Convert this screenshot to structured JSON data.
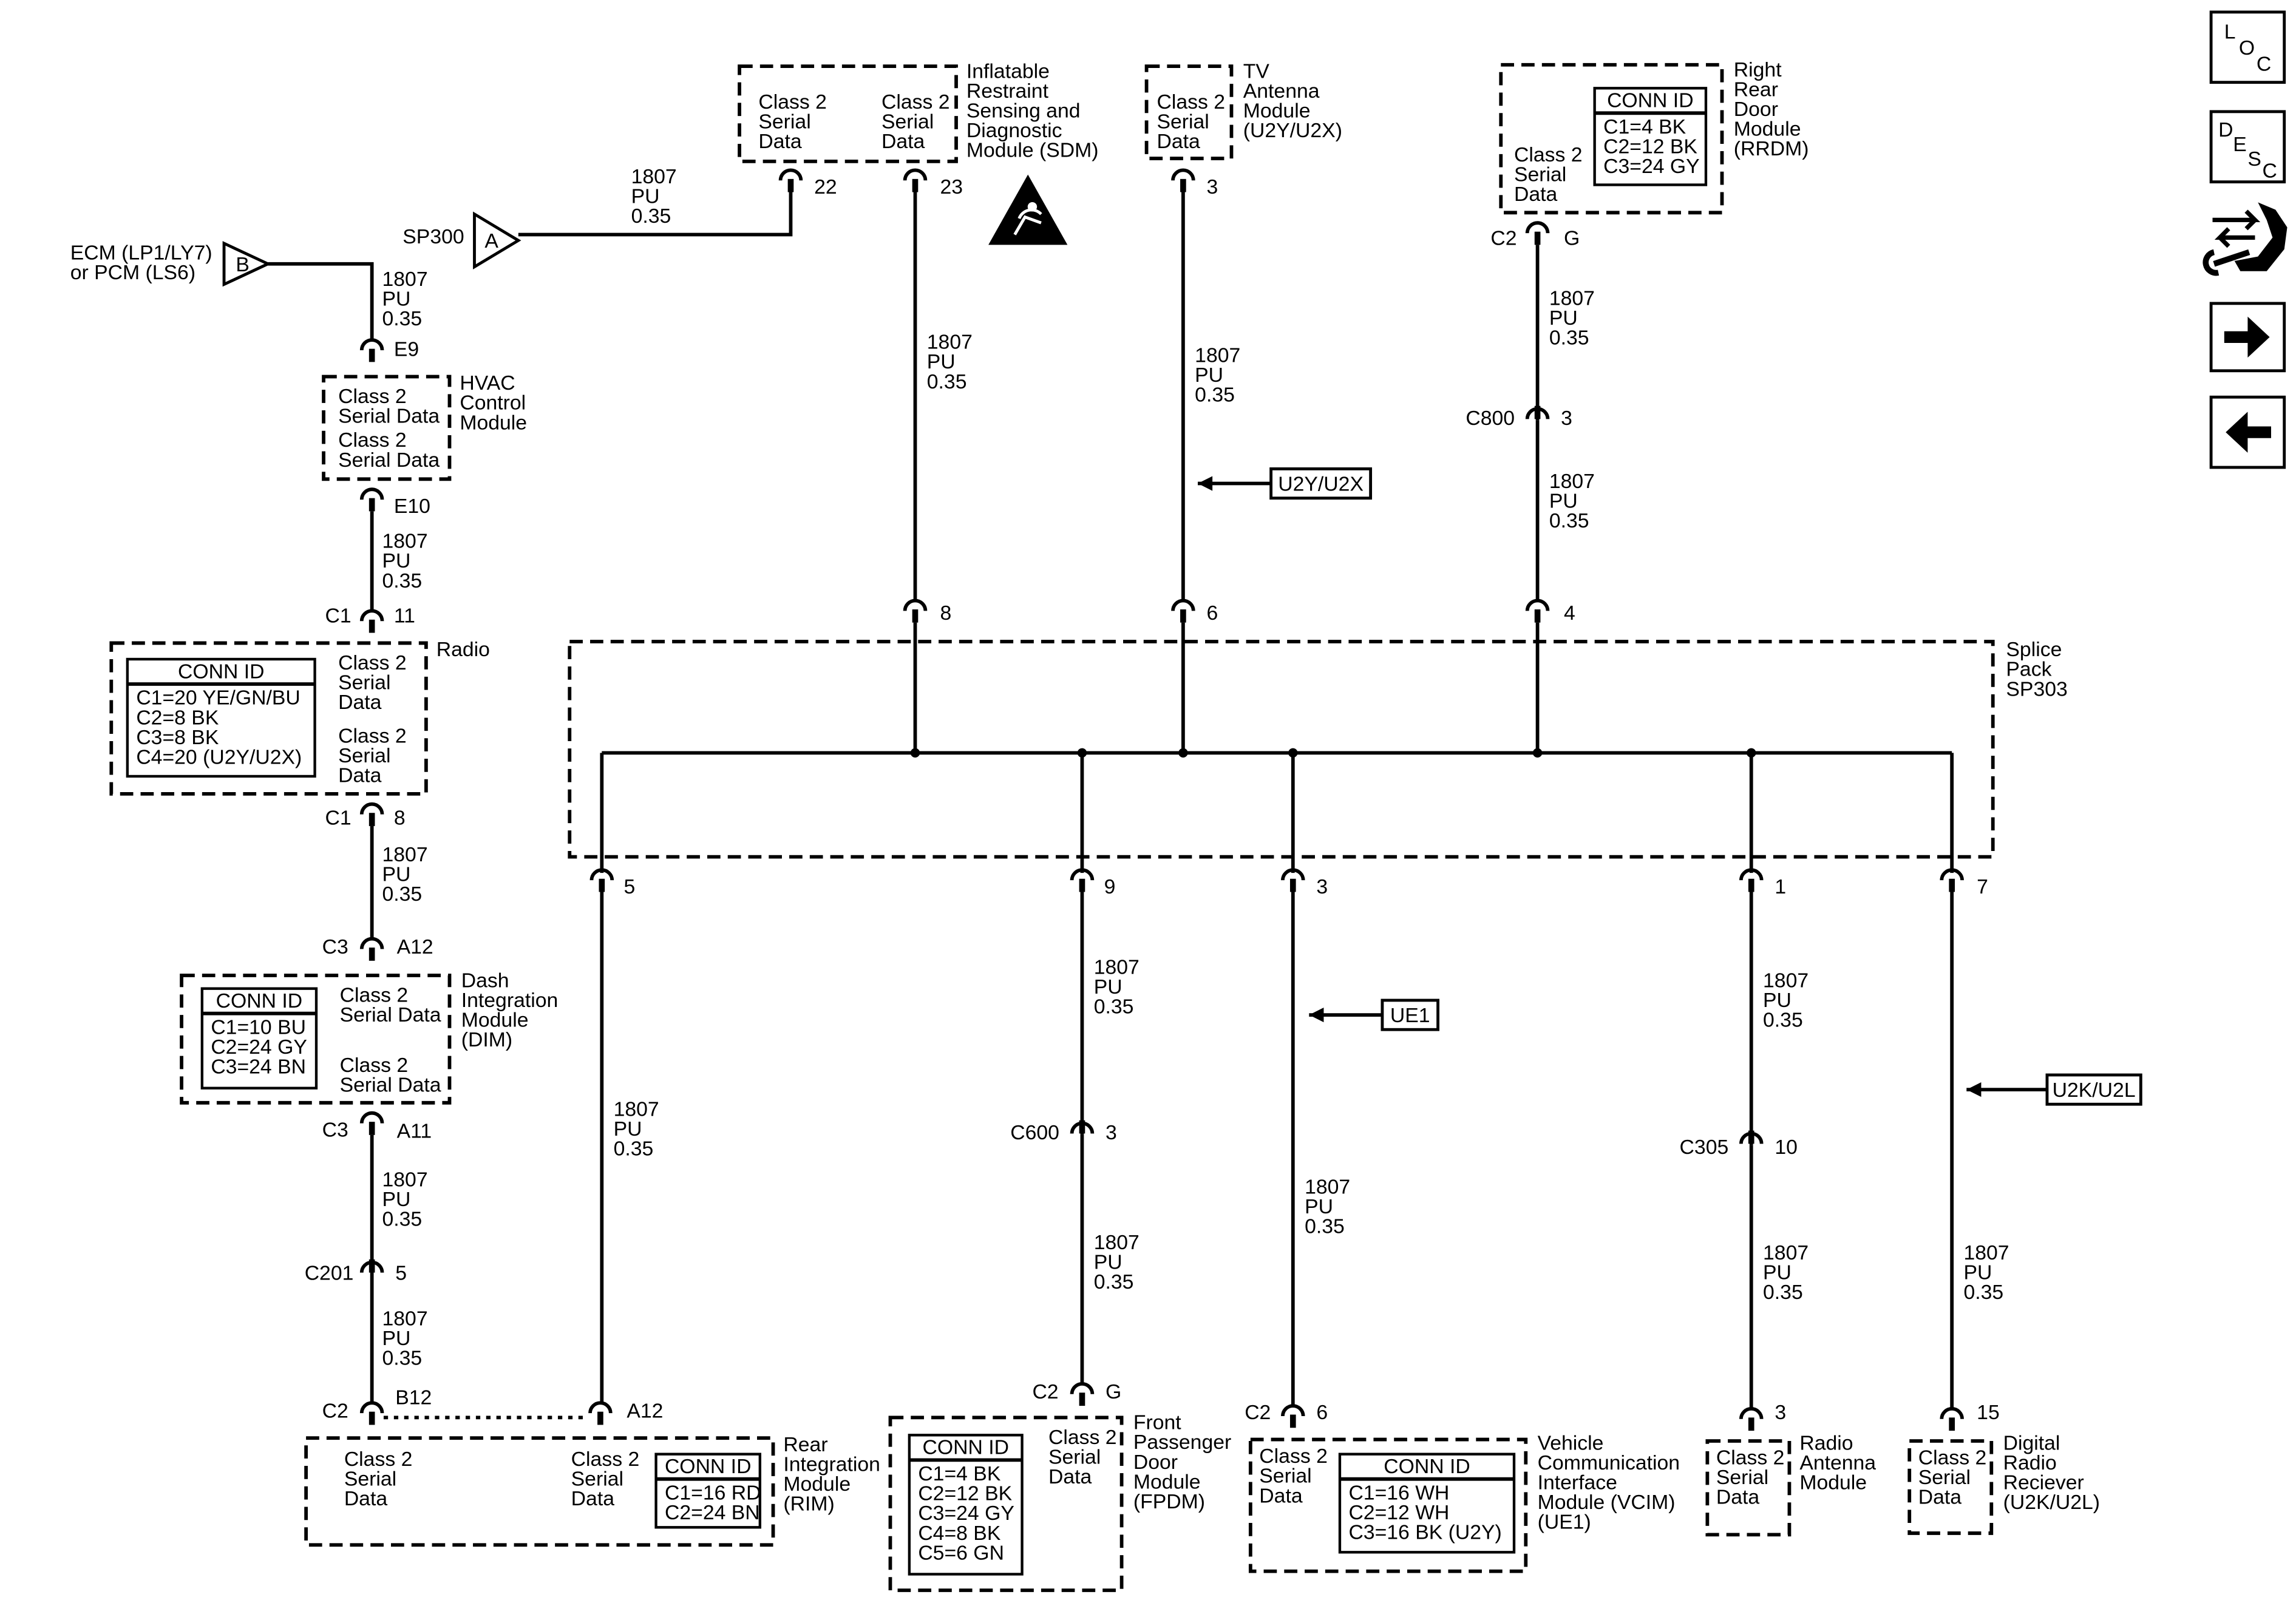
{
  "wire": {
    "num": "1807",
    "color": "PU",
    "size": "0.35"
  },
  "modules": {
    "ecm": [
      "ECM (LP1/LY7)",
      "or PCM (LS6)"
    ],
    "hvac": [
      "HVAC",
      "Control",
      "Module"
    ],
    "radio": [
      "Radio"
    ],
    "dim": [
      "Dash",
      "Integration",
      "Module",
      "(DIM)"
    ],
    "rim": [
      "Rear",
      "Integration",
      "Module",
      "(RIM)"
    ],
    "sdm": [
      "Inflatable",
      "Restraint",
      "Sensing and",
      "Diagnostic",
      "Module (SDM)"
    ],
    "tv": [
      "TV",
      "Antenna",
      "Module",
      "(U2Y/U2X)"
    ],
    "rrdm": [
      "Right",
      "Rear",
      "Door",
      "Module",
      "(RRDM)"
    ],
    "splice": [
      "Splice",
      "Pack",
      "SP303"
    ],
    "fpdm": [
      "Front",
      "Passenger",
      "Door",
      "Module",
      "(FPDM)"
    ],
    "vcim": [
      "Vehicle",
      "Communication",
      "Interface",
      "Module (VCIM)",
      "(UE1)"
    ],
    "radio_ant": [
      "Radio",
      "Antenna",
      "Module"
    ],
    "drr": [
      "Digital",
      "Radio",
      "Reciever",
      "(U2K/U2L)"
    ]
  },
  "serial": {
    "three_line": [
      "Class 2",
      "Serial",
      "Data"
    ],
    "two_line": [
      "Class 2",
      "Serial Data"
    ]
  },
  "conn_id": {
    "title": "CONN ID",
    "radio": [
      "C1=20 YE/GN/BU",
      "C2=8 BK",
      "C3=8 BK",
      "C4=20 (U2Y/U2X)"
    ],
    "dim": [
      "C1=10 BU",
      "C2=24 GY",
      "C3=24 BN"
    ],
    "rim": [
      "C1=16 RD",
      "C2=24 BN"
    ],
    "rrdm": [
      "C1=4 BK",
      "C2=12 BK",
      "C3=24 GY"
    ],
    "fpdm": [
      "C1=4 BK",
      "C2=12 BK",
      "C3=24 GY",
      "C4=8 BK",
      "C5=6 GN"
    ],
    "vcim": [
      "C1=16 WH",
      "C2=12 WH",
      "C3=16 BK (U2Y)"
    ]
  },
  "offpage": {
    "b_letter": "B",
    "a_letter": "A",
    "sp300": "SP300"
  },
  "option_tags": {
    "u2y": "U2Y/U2X",
    "ue1": "UE1",
    "u2k": "U2K/U2L"
  },
  "pins": {
    "e9": "E9",
    "e10": "E10",
    "c1": "C1",
    "c1_11": "11",
    "c1_8": "8",
    "c3": "C3",
    "a12": "A12",
    "a11": "A11",
    "c201": "C201",
    "c201_5": "5",
    "c2": "C2",
    "b12": "B12",
    "rim_a12": "A12",
    "sdm_22": "22",
    "sdm_23": "23",
    "tv_3": "3",
    "rrdm_c2": "C2",
    "rrdm_g": "G",
    "c800": "C800",
    "c800_3": "3",
    "sp_8": "8",
    "sp_6": "6",
    "sp_4": "4",
    "sp_5": "5",
    "sp_9": "9",
    "sp_3": "3",
    "sp_1": "1",
    "sp_7": "7",
    "c600": "C600",
    "c600_3": "3",
    "fpdm_c2": "C2",
    "fpdm_g": "G",
    "vcim_c2": "C2",
    "vcim_6": "6",
    "c305": "C305",
    "c305_10": "10",
    "ant_3": "3",
    "drr_15": "15"
  },
  "nav": {
    "loc": [
      "L",
      "O",
      "C"
    ],
    "desc": [
      "D",
      "E",
      "S",
      "C"
    ],
    "icons": [
      "tools-icon",
      "arrow-right-icon",
      "arrow-left-icon"
    ]
  }
}
